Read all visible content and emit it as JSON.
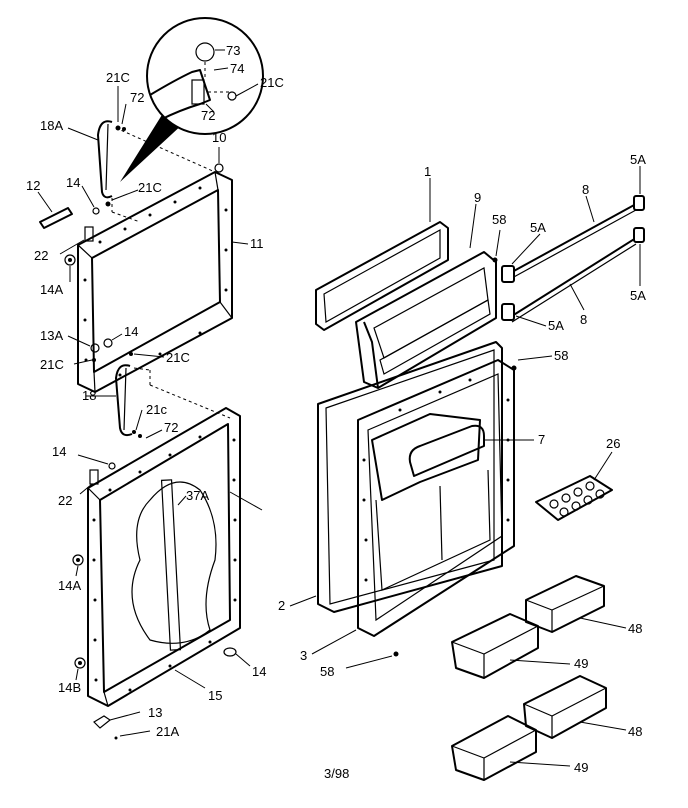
{
  "labels": {
    "l_73": "73",
    "l_74": "74",
    "l_21c_zoom": "21C",
    "l_72_zoom": "72",
    "l_21c_top": "21C",
    "l_72_top": "72",
    "l_18a": "18A",
    "l_10": "10",
    "l_21c_mid": "21C",
    "l_14_top": "14",
    "l_12": "12",
    "l_22_top": "22",
    "l_11": "11",
    "l_14a_top": "14A",
    "l_13a": "13A",
    "l_14_mid": "14",
    "l_21c_left": "21C",
    "l_21c_right": "21C",
    "l_18": "18",
    "l_21c_low": "21c",
    "l_72_low": "72",
    "l_14_low": "14",
    "l_22_low": "22",
    "l_37a": "37A",
    "l_14a_low": "14A",
    "l_14b": "14B",
    "l_14_hinge": "14",
    "l_15": "15",
    "l_13": "13",
    "l_21a": "21A",
    "l_1": "1",
    "l_9": "9",
    "l_58_top": "58",
    "l_5a_mid": "5A",
    "l_8_top": "8",
    "l_5a_top": "5A",
    "l_5a_right": "5A",
    "l_5a_low": "5A",
    "l_8_low": "8",
    "l_58_mid": "58",
    "l_7": "7",
    "l_26": "26",
    "l_2": "2",
    "l_3": "3",
    "l_58_low": "58",
    "l_48_top": "48",
    "l_49_top": "49",
    "l_48_low": "48",
    "l_49_low": "49"
  },
  "footer": {
    "code": "3/98"
  }
}
